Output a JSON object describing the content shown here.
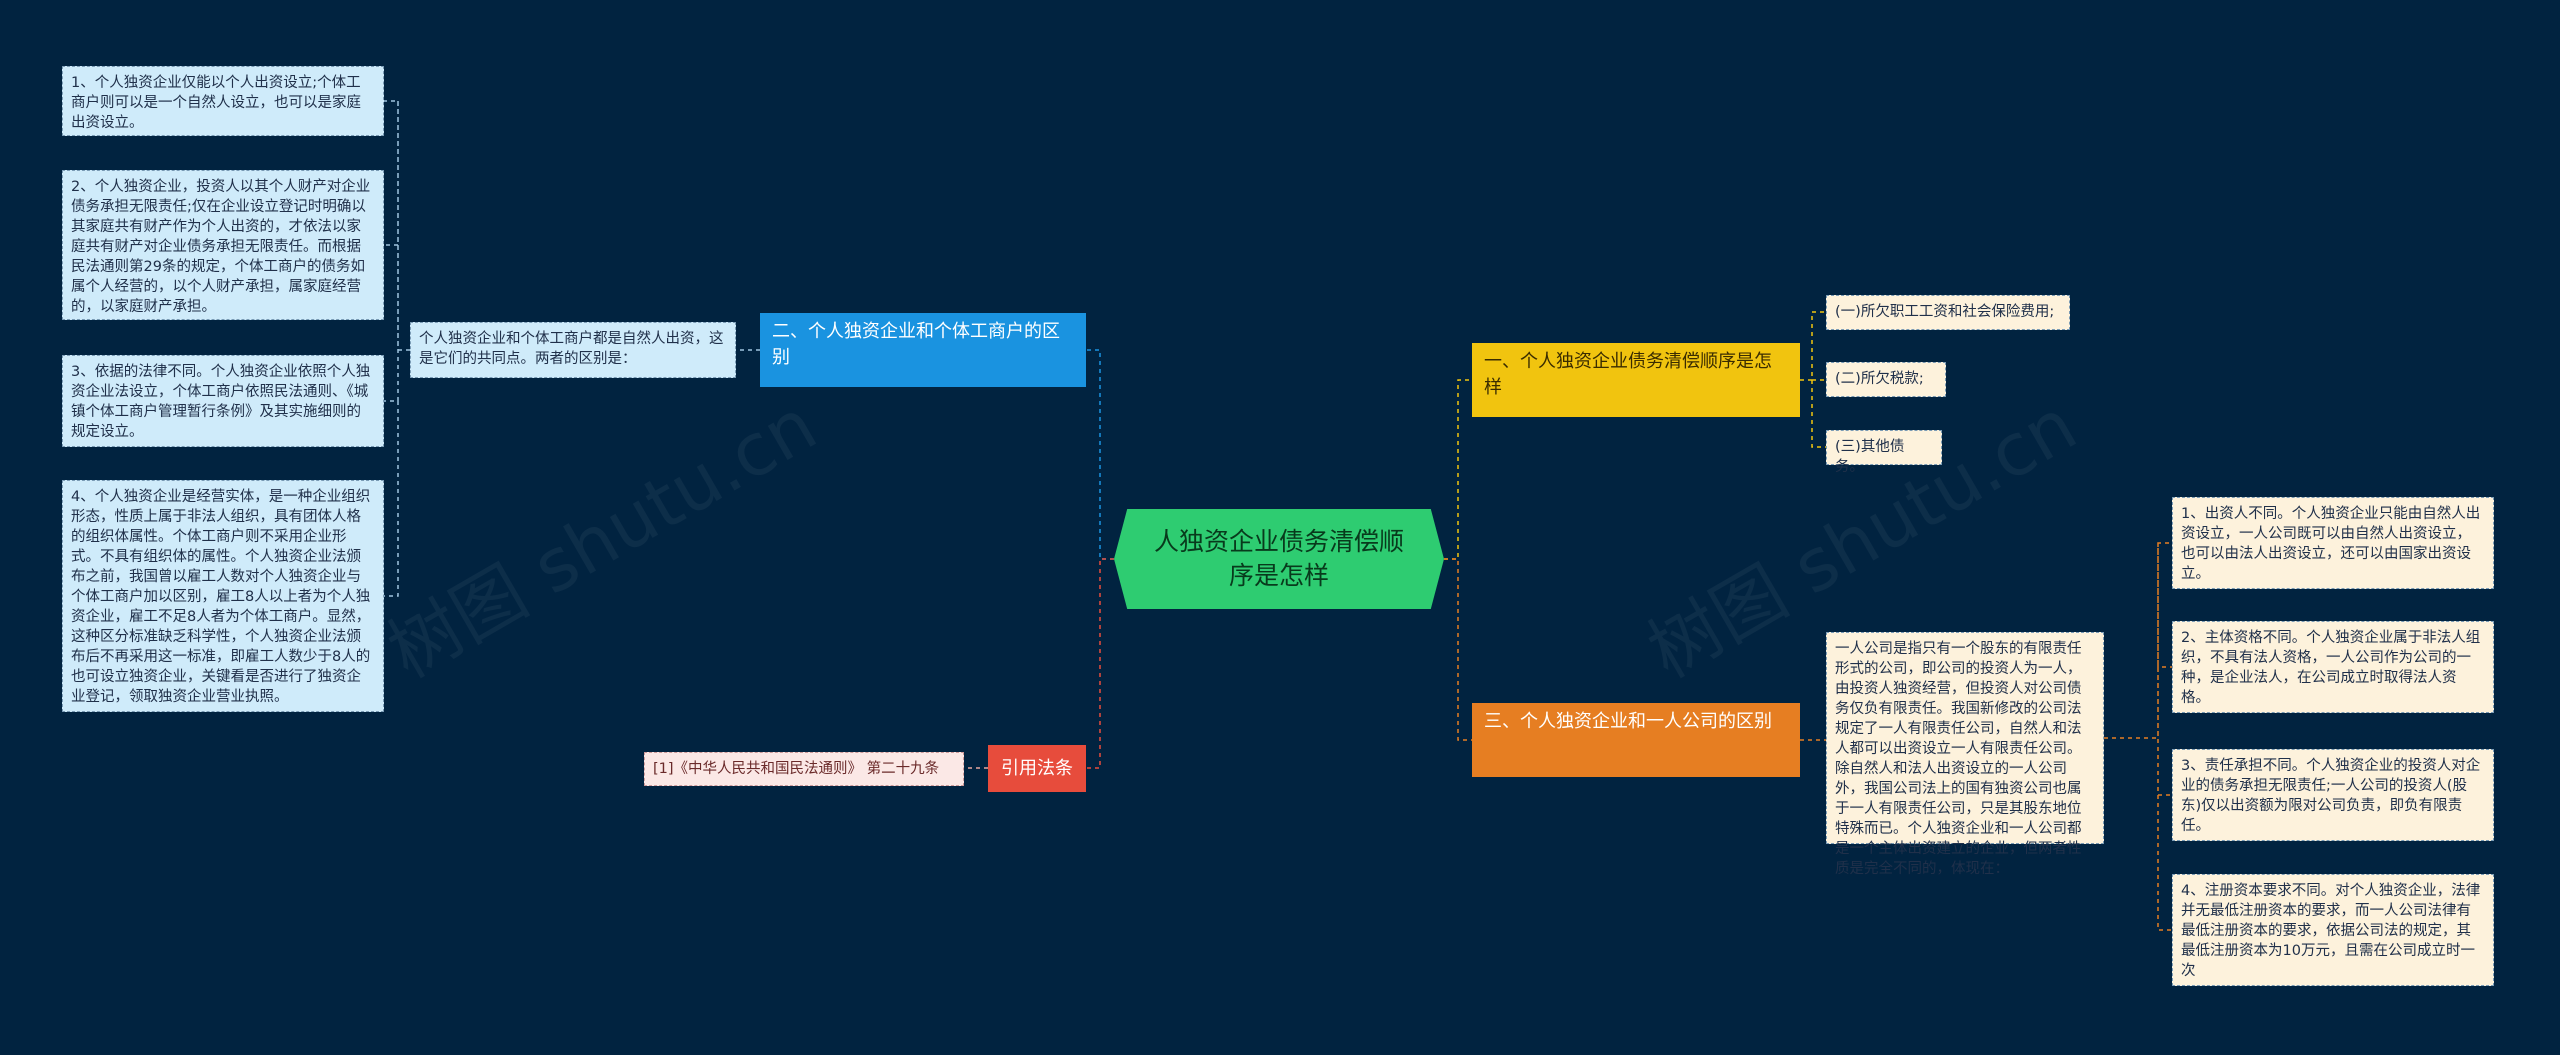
{
  "center": "人独资企业债务清偿顺序是怎样",
  "branches": {
    "left1": "二、个人独资企业和个体工商户的区别",
    "right1": "一、个人独资企业债务清偿顺序是怎样",
    "right3": "三、个人独资企业和一人公司的区别",
    "cite": "引用法条"
  },
  "left_mid": "个人独资企业和个体工商户都是自然人出资，这是它们的共同点。两者的区别是：",
  "left_leaves": [
    "1、个人独资企业仅能以个人出资设立;个体工商户则可以是一个自然人设立，也可以是家庭出资设立。",
    "2、个人独资企业，投资人以其个人财产对企业债务承担无限责任;仅在企业设立登记时明确以其家庭共有财产作为个人出资的，才依法以家庭共有财产对企业债务承担无限责任。而根据民法通则第29条的规定，个体工商户的债务如属个人经营的，以个人财产承担，属家庭经营的，以家庭财产承担。",
    "3、依据的法律不同。个人独资企业依照个人独资企业法设立，个体工商户依照民法通则、《城镇个体工商户管理暂行条例》及其实施细则的规定设立。",
    "4、个人独资企业是经营实体，是一种企业组织形态，性质上属于非法人组织，具有团体人格的组织体属性。个体工商户则不采用企业形式。不具有组织体的属性。个人独资企业法颁布之前，我国曾以雇工人数对个人独资企业与个体工商户加以区别，雇工8人以上者为个人独资企业，雇工不足8人者为个体工商户。显然，这种区分标准缺乏科学性，个人独资企业法颁布后不再采用这一标准，即雇工人数少于8人的也可设立独资企业，关键看是否进行了独资企业登记，领取独资企业营业执照。"
  ],
  "right1_leaves": [
    "(一)所欠职工工资和社会保险费用;",
    "(二)所欠税款;",
    "(三)其他债务。"
  ],
  "right3_mid": "一人公司是指只有一个股东的有限责任形式的公司，即公司的投资人为一人，由投资人独资经营，但投资人对公司债务仅负有限责任。我国新修改的公司法规定了一人有限责任公司，自然人和法人都可以出资设立一人有限责任公司。除自然人和法人出资设立的一人公司外，我国公司法上的国有独资公司也属于一人有限责任公司，只是其股东地位特殊而已。个人独资企业和一人公司都是一个主体出资建立的企业，但两者性质是完全不同的，体现在：",
  "right3_leaves": [
    "1、出资人不同。个人独资企业只能由自然人出资设立，一人公司既可以由自然人出资设立，也可以由法人出资设立，还可以由国家出资设立。",
    "2、主体资格不同。个人独资企业属于非法人组织，不具有法人资格，一人公司作为公司的一种，是企业法人，在公司成立时取得法人资格。",
    "3、责任承担不同。个人独资企业的投资人对企业的债务承担无限责任;一人公司的投资人(股东)仅以出资额为限对公司负责，即负有限责任。",
    "4、注册资本要求不同。对个人独资企业，法律并无最低注册资本的要求，而一人公司法律有最低注册资本的要求，依据公司法的规定，其最低注册资本为10万元，且需在公司成立时一次"
  ],
  "cite_leaf": "[1]《中华人民共和国民法通则》 第二十九条",
  "watermarks": [
    "树图 shutu.cn",
    "树图 shutu.cn"
  ],
  "colors": {
    "background": "#012340",
    "center": "#2ECC71",
    "branch_blue": "#1A93E0",
    "branch_yellow": "#F1C40F",
    "branch_orange": "#E67E22",
    "branch_red": "#E74C3C"
  }
}
